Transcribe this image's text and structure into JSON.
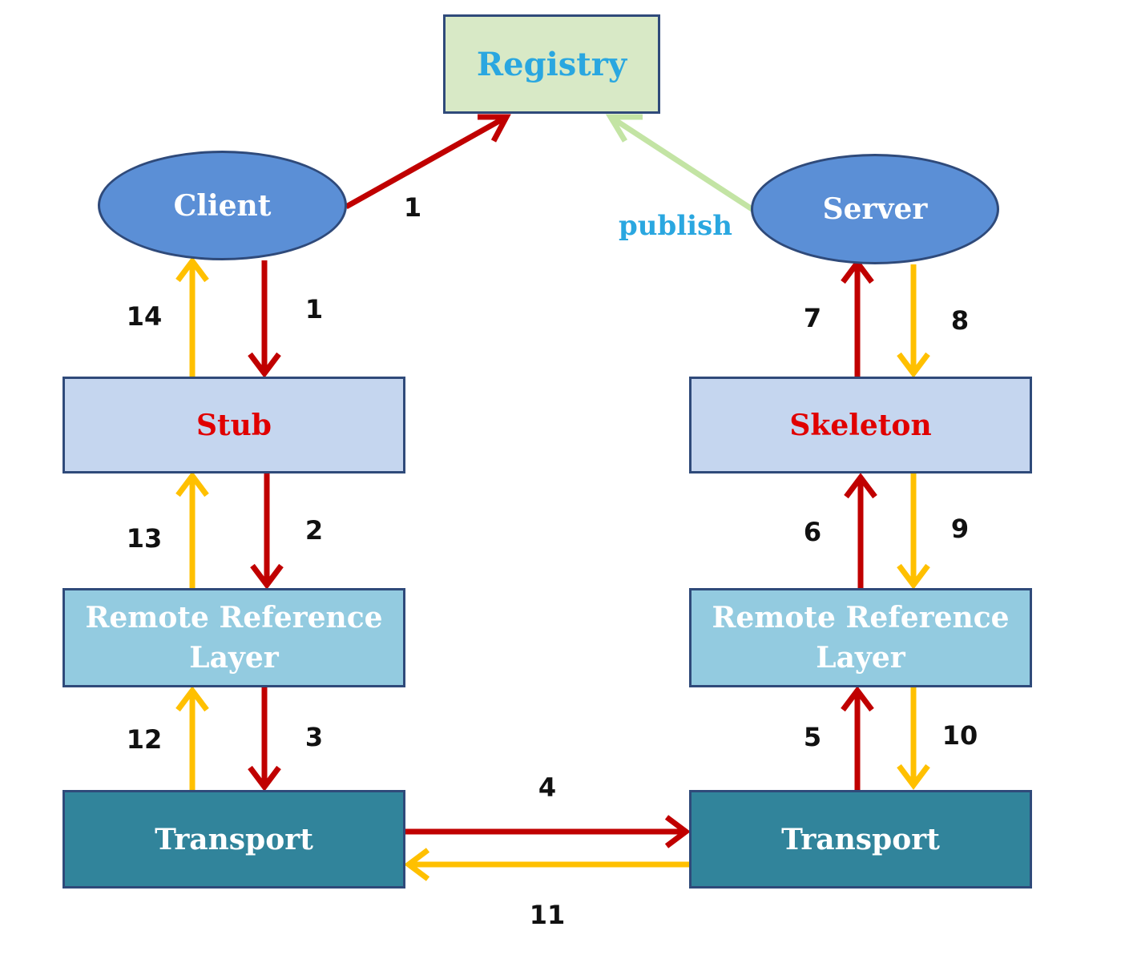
{
  "nodes": {
    "registry": "Registry",
    "client": "Client",
    "server": "Server",
    "stub": "Stub",
    "skeleton": "Skeleton",
    "rrl_left": {
      "line1": "Remote Reference",
      "line2": "Layer"
    },
    "rrl_right": {
      "line1": "Remote Reference",
      "line2": "Layer"
    },
    "transport_left": "Transport",
    "transport_right": "Transport"
  },
  "edges": {
    "client_to_registry": "1",
    "server_to_registry": "publish",
    "client_to_stub": "1",
    "stub_to_rrl_left": "2",
    "rrl_left_to_transport_left": "3",
    "transport_left_to_transport_right": "4",
    "transport_right_to_rrl_right": "5",
    "rrl_right_to_skeleton": "6",
    "skeleton_to_server": "7",
    "server_to_skeleton": "8",
    "skeleton_to_rrl_right": "9",
    "rrl_right_to_transport_right": "10",
    "transport_right_to_transport_left": "11",
    "transport_left_to_rrl_left": "12",
    "rrl_left_to_stub": "13",
    "stub_to_client": "14"
  },
  "colors": {
    "request": "#c00000",
    "response": "#ffc000",
    "publish": "#c3e4a4",
    "registry_fill": "#d8e9c6",
    "oval_fill": "#5b8fd6",
    "stub_fill": "#c5d6ef",
    "rrl_fill": "#93cbe0",
    "transport_fill": "#31849b",
    "border": "#2f4a7a"
  }
}
